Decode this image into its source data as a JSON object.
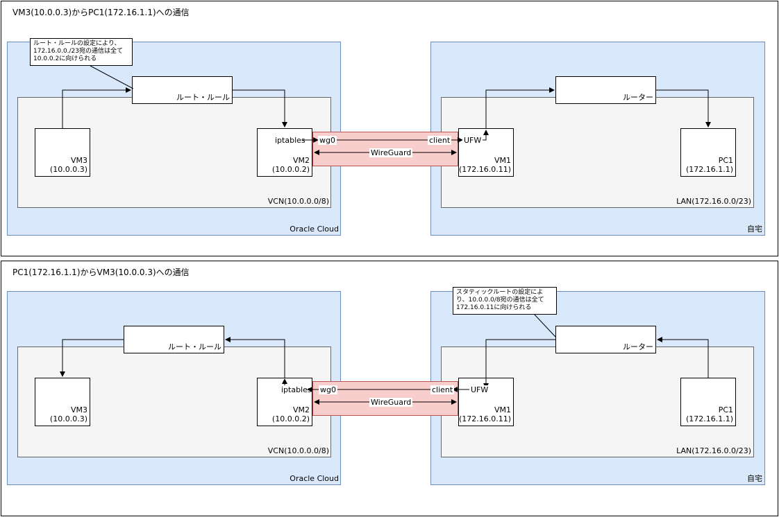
{
  "top": {
    "title": "VM3(10.0.0.3)からPC1(172.16.1.1)への通信",
    "cloud_label": "Oracle Cloud",
    "vcn_label": "VCN(10.0.0.0/8)",
    "home_label": "自宅",
    "lan_label": "LAN(172.16.0.0/23)",
    "route_rule": "ルート・ルール",
    "router": "ルーター",
    "vm3_name": "VM3",
    "vm3_ip": "(10.0.0.3)",
    "vm2_name": "VM2",
    "vm2_ip": "(10.0.0.2)",
    "vm1_name": "VM1",
    "vm1_ip": "(172.16.0.11)",
    "pc1_name": "PC1",
    "pc1_ip": "(172.16.1.1)",
    "iptables": "iptables",
    "wg0": "wg0",
    "client": "client",
    "ufw": "UFW",
    "wireguard": "WireGuard",
    "note_line1": "ルート・ルールの設定により、",
    "note_line2": "172.16.0.0./23宛の通信は全て",
    "note_line3": "10.0.0.2に向けられる"
  },
  "bottom": {
    "title": "PC1(172.16.1.1)からVM3(10.0.0.3)への通信",
    "cloud_label": "Oracle Cloud",
    "vcn_label": "VCN(10.0.0.0/8)",
    "home_label": "自宅",
    "lan_label": "LAN(172.16.0.0/23)",
    "route_rule": "ルート・ルール",
    "router": "ルーター",
    "vm3_name": "VM3",
    "vm3_ip": "(10.0.0.3)",
    "vm2_name": "VM2",
    "vm2_ip": "(10.0.0.2)",
    "vm1_name": "VM1",
    "vm1_ip": "(172.16.0.11)",
    "pc1_name": "PC1",
    "pc1_ip": "(172.16.1.1)",
    "iptables": "iptables",
    "wg0": "wg0",
    "client": "client",
    "ufw": "UFW",
    "wireguard": "WireGuard",
    "note_line1": "スタティックルートの設定によ",
    "note_line2": "り、10.0.0.0/8宛の通信は全て",
    "note_line3": "172.16.0.11に向けられる"
  }
}
